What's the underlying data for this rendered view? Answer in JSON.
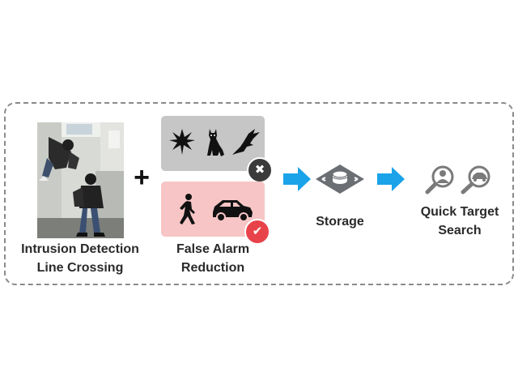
{
  "diagram": {
    "intrusion": {
      "line1": "Intrusion Detection",
      "line2": "Line Crossing"
    },
    "plus": "+",
    "false_alarm": {
      "line1": "False Alarm",
      "line2": "Reduction"
    },
    "storage": "Storage",
    "search": {
      "line1": "Quick Target",
      "line2": "Search"
    },
    "badges": {
      "reject": "✖",
      "accept": "✔"
    }
  },
  "colors": {
    "arrow": "#1aa3e8",
    "reject_box": "#c6c6c6",
    "accept_box": "#f7c5c5",
    "accept_badge": "#e8434a",
    "reject_badge": "#3b3b3b",
    "storage_icon": "#6b6f73",
    "search_icon": "#7a7a7a"
  },
  "icons": {
    "rejected": [
      "leaf-icon",
      "cat-icon",
      "bird-icon"
    ],
    "accepted": [
      "pedestrian-icon",
      "car-icon"
    ],
    "storage": "storage-server-icon",
    "search": [
      "person-search-icon",
      "vehicle-search-icon"
    ]
  }
}
